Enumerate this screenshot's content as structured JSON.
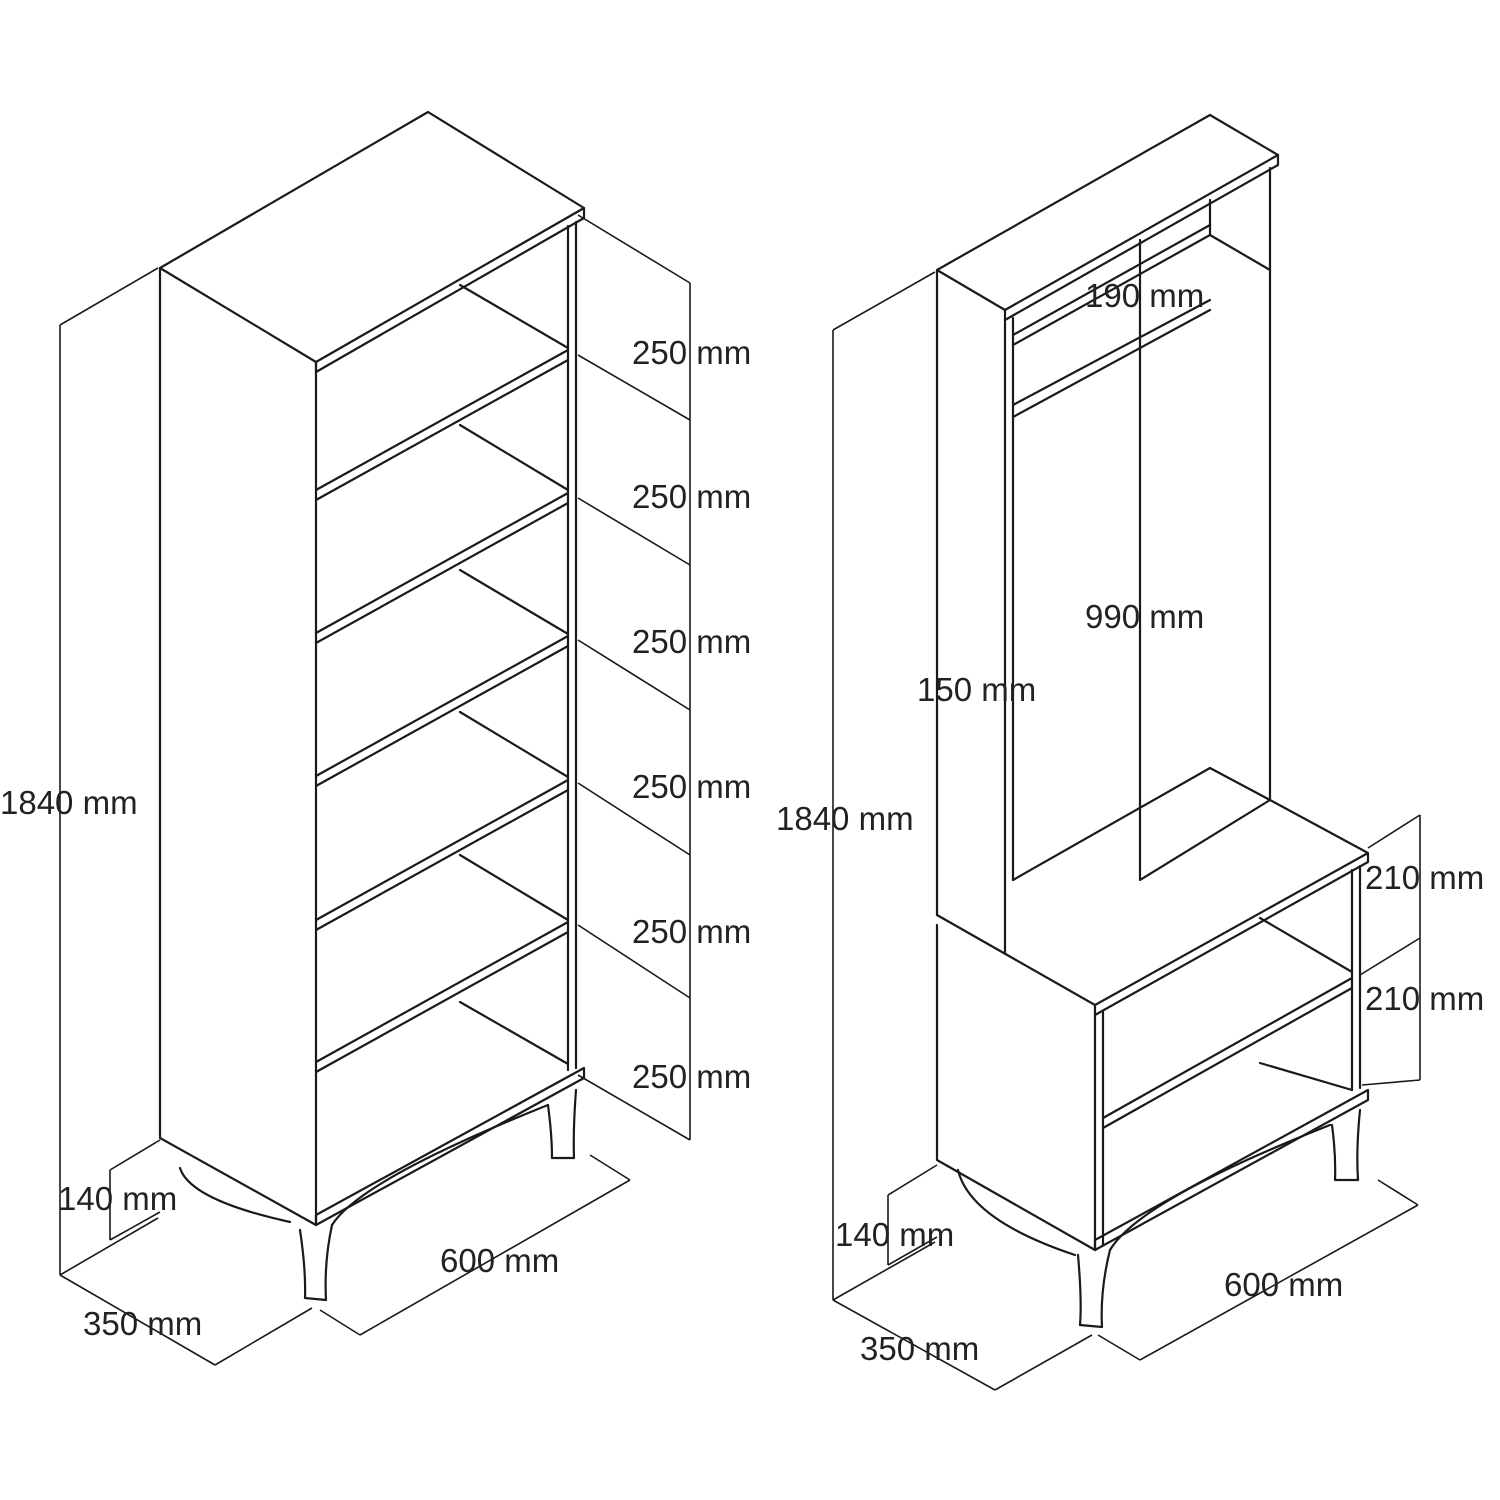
{
  "left_unit": {
    "height": "1840 mm",
    "leg_height": "140 mm",
    "depth": "350 mm",
    "width": "600 mm",
    "shelf_spacings": [
      "250 mm",
      "250 mm",
      "250 mm",
      "250 mm",
      "250 mm",
      "250 mm"
    ]
  },
  "right_unit": {
    "height": "1840 mm",
    "leg_height": "140 mm",
    "depth": "350 mm",
    "width": "600 mm",
    "top_compartment": "190 mm",
    "hanging_space": "990 mm",
    "side_panel_width": "150 mm",
    "lower_shelf_upper": "210 mm",
    "lower_shelf_lower": "210 mm"
  }
}
